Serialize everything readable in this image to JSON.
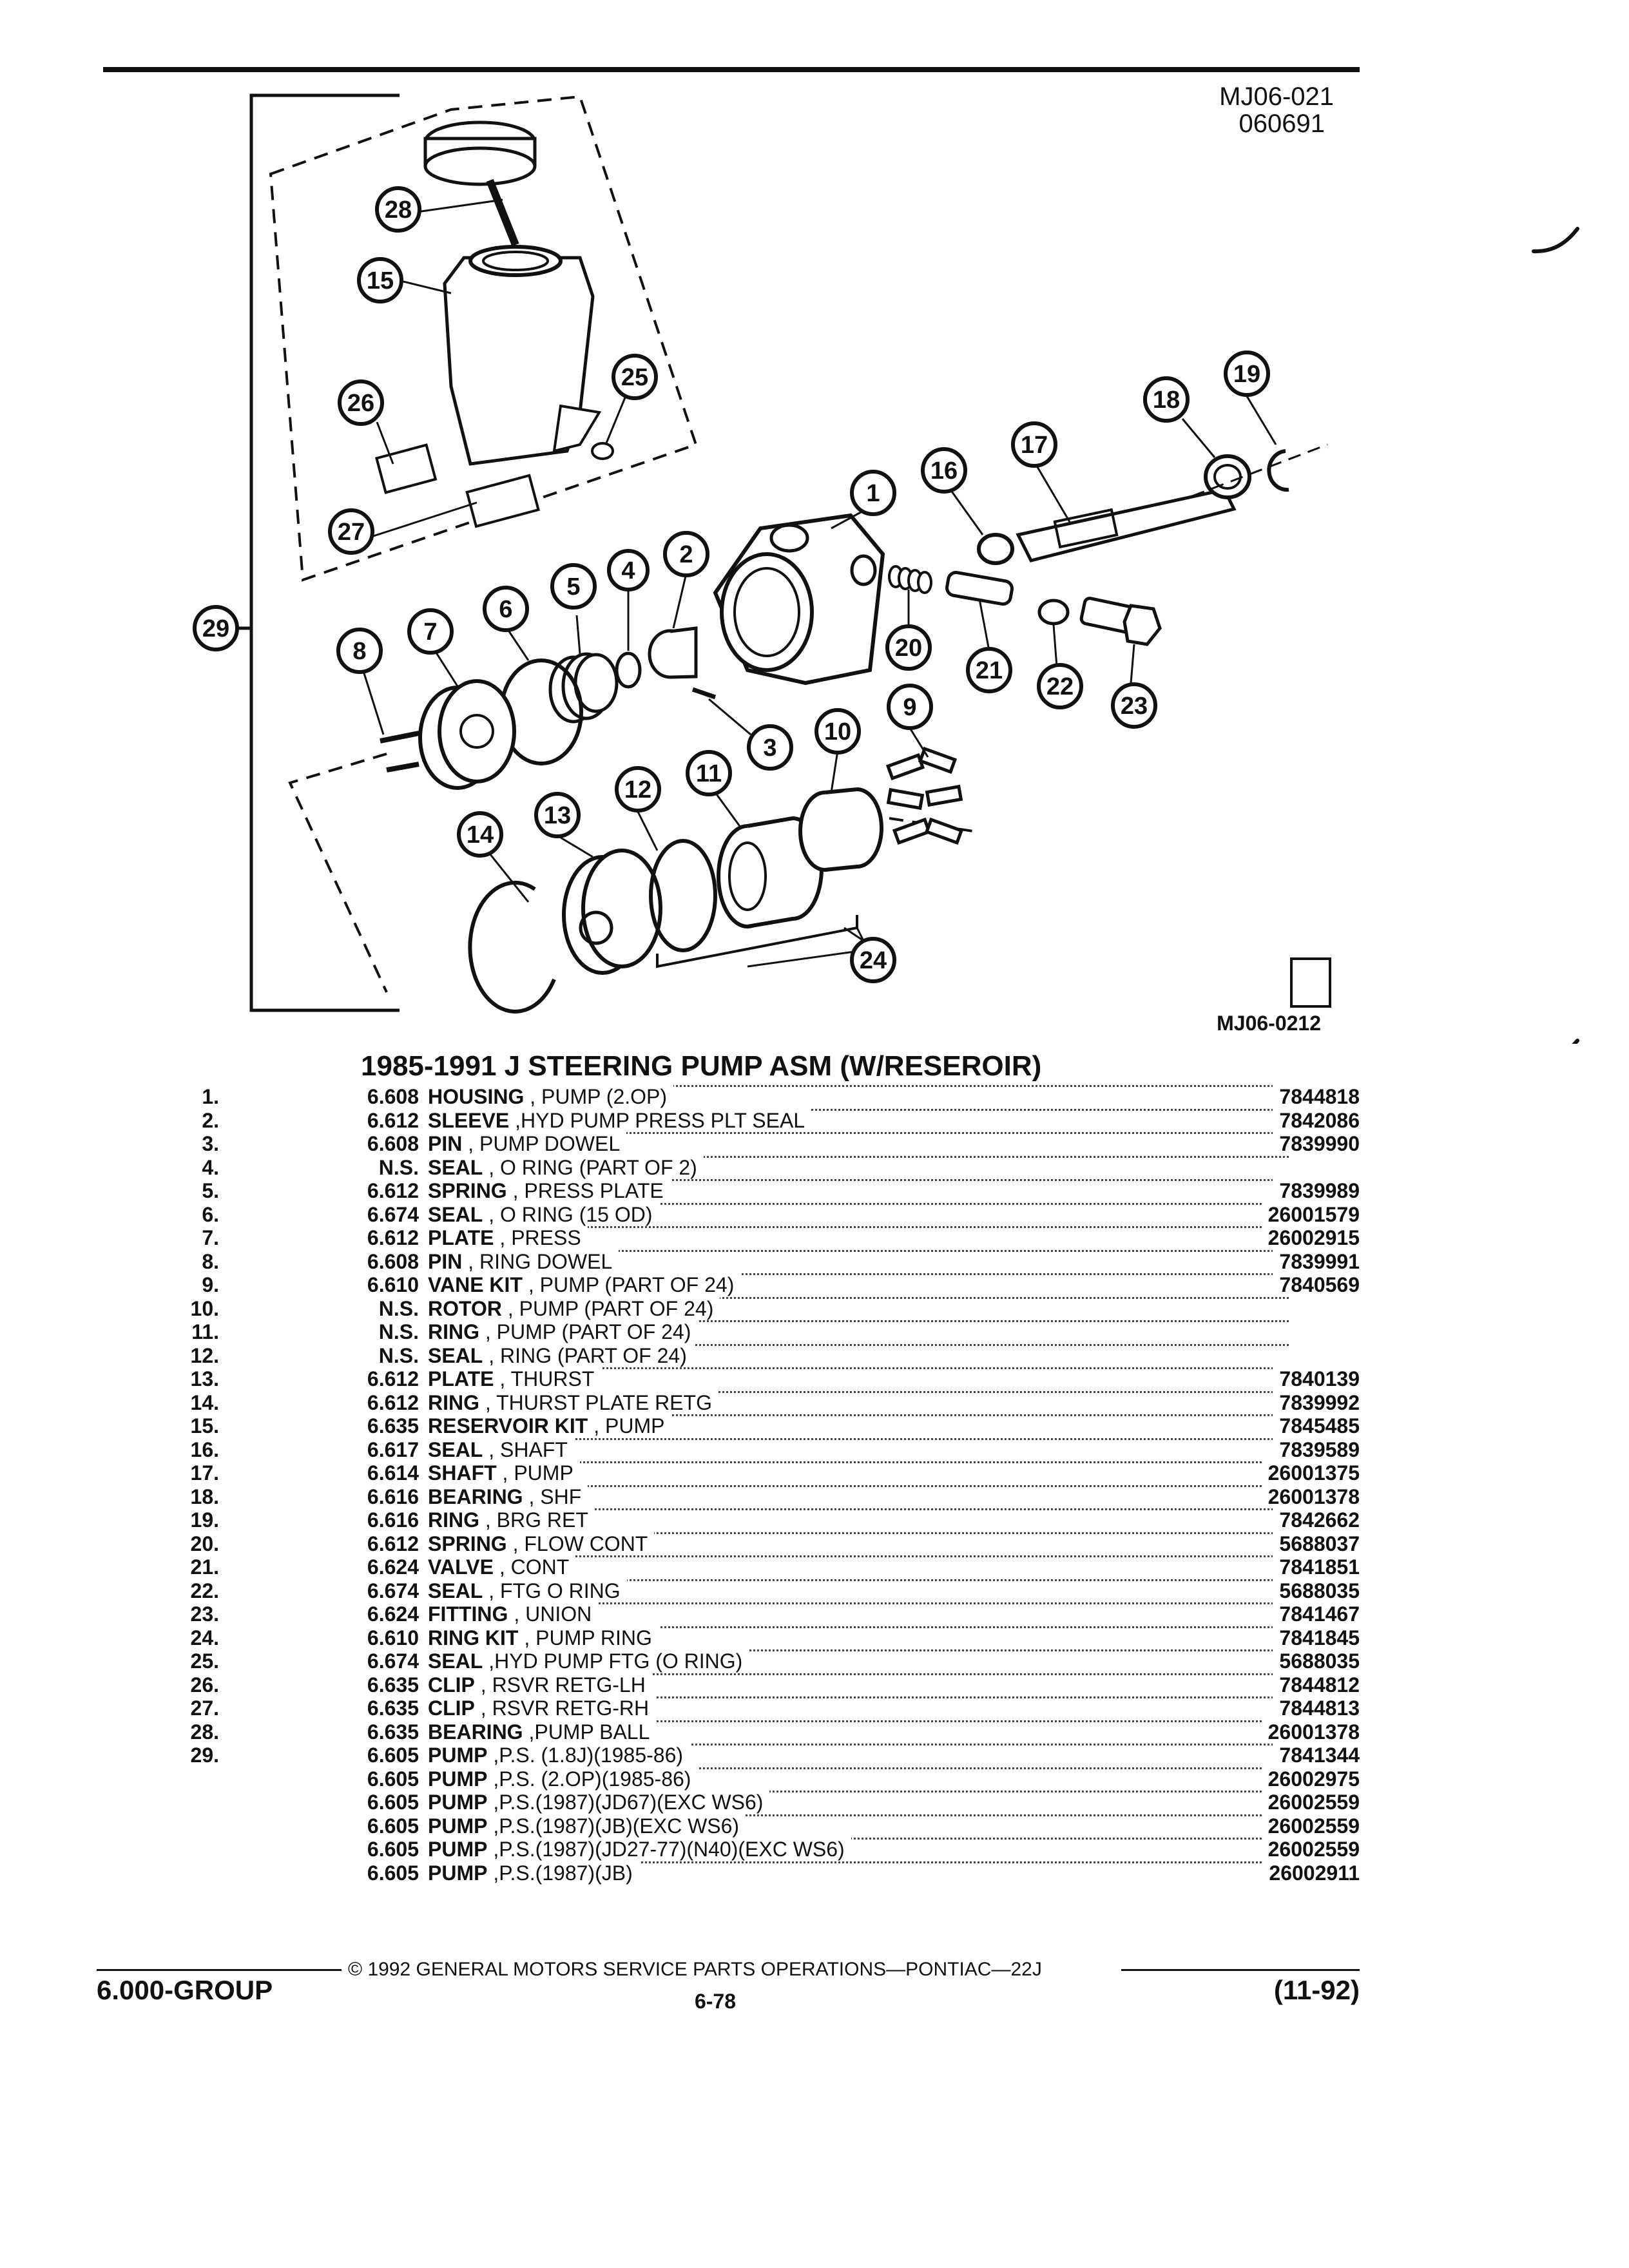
{
  "header": {
    "ref_code_1": "MJ06-021",
    "ref_code_2": "060691"
  },
  "diagram": {
    "figure_code": "MJ06-0212",
    "callouts": [
      "1",
      "2",
      "3",
      "4",
      "5",
      "6",
      "7",
      "8",
      "9",
      "10",
      "11",
      "12",
      "13",
      "14",
      "15",
      "16",
      "17",
      "18",
      "19",
      "20",
      "21",
      "22",
      "23",
      "24",
      "25",
      "26",
      "27",
      "28",
      "29"
    ]
  },
  "title": "1985-1991 J STEERING PUMP ASM (W/RESEROIR)",
  "parts": [
    {
      "num": "1.",
      "group": "6.608",
      "name": "HOUSING",
      "desc": ", PUMP (2.OP)",
      "part": "7844818"
    },
    {
      "num": "2.",
      "group": "6.612",
      "name": "SLEEVE",
      "desc": ",HYD PUMP PRESS PLT SEAL",
      "part": "7842086"
    },
    {
      "num": "3.",
      "group": "6.608",
      "name": "PIN",
      "desc": ", PUMP DOWEL",
      "part": "7839990"
    },
    {
      "num": "4.",
      "group": "N.S.",
      "name": "SEAL",
      "desc": ", O RING (PART OF 2)",
      "part": ""
    },
    {
      "num": "5.",
      "group": "6.612",
      "name": "SPRING",
      "desc": ", PRESS PLATE",
      "part": "7839989"
    },
    {
      "num": "6.",
      "group": "6.674",
      "name": "SEAL",
      "desc": ", O RING (15 OD)",
      "part": "26001579"
    },
    {
      "num": "7.",
      "group": "6.612",
      "name": "PLATE",
      "desc": ", PRESS",
      "part": "26002915"
    },
    {
      "num": "8.",
      "group": "6.608",
      "name": "PIN",
      "desc": ", RING DOWEL",
      "part": "7839991"
    },
    {
      "num": "9.",
      "group": "6.610",
      "name": "VANE KIT",
      "desc": ", PUMP (PART OF 24)",
      "part": "7840569"
    },
    {
      "num": "10.",
      "group": "N.S.",
      "name": "ROTOR",
      "desc": ", PUMP (PART OF 24)",
      "part": ""
    },
    {
      "num": "11.",
      "group": "N.S.",
      "name": "RING",
      "desc": ", PUMP (PART OF 24)",
      "part": ""
    },
    {
      "num": "12.",
      "group": "N.S.",
      "name": "SEAL",
      "desc": ", RING (PART OF 24)",
      "part": ""
    },
    {
      "num": "13.",
      "group": "6.612",
      "name": "PLATE",
      "desc": ", THURST",
      "part": "7840139"
    },
    {
      "num": "14.",
      "group": "6.612",
      "name": "RING",
      "desc": ", THURST PLATE RETG",
      "part": "7839992"
    },
    {
      "num": "15.",
      "group": "6.635",
      "name": "RESERVOIR KIT",
      "desc": ", PUMP",
      "part": "7845485"
    },
    {
      "num": "16.",
      "group": "6.617",
      "name": "SEAL",
      "desc": ", SHAFT",
      "part": "7839589"
    },
    {
      "num": "17.",
      "group": "6.614",
      "name": "SHAFT",
      "desc": ", PUMP",
      "part": "26001375"
    },
    {
      "num": "18.",
      "group": "6.616",
      "name": "BEARING",
      "desc": ", SHF",
      "part": "26001378"
    },
    {
      "num": "19.",
      "group": "6.616",
      "name": "RING",
      "desc": ", BRG RET",
      "part": "7842662"
    },
    {
      "num": "20.",
      "group": "6.612",
      "name": "SPRING",
      "desc": ", FLOW CONT",
      "part": "5688037"
    },
    {
      "num": "21.",
      "group": "6.624",
      "name": "VALVE",
      "desc": ", CONT",
      "part": "7841851"
    },
    {
      "num": "22.",
      "group": "6.674",
      "name": "SEAL",
      "desc": ", FTG O RING",
      "part": "5688035"
    },
    {
      "num": "23.",
      "group": "6.624",
      "name": "FITTING",
      "desc": ", UNION",
      "part": "7841467"
    },
    {
      "num": "24.",
      "group": "6.610",
      "name": "RING KIT",
      "desc": ", PUMP RING",
      "part": "7841845"
    },
    {
      "num": "25.",
      "group": "6.674",
      "name": "SEAL",
      "desc": ",HYD PUMP FTG (O RING)",
      "part": "5688035"
    },
    {
      "num": "26.",
      "group": "6.635",
      "name": "CLIP",
      "desc": ", RSVR RETG-LH",
      "part": "7844812"
    },
    {
      "num": "27.",
      "group": "6.635",
      "name": "CLIP",
      "desc": ", RSVR RETG-RH",
      "part": "7844813"
    },
    {
      "num": "28.",
      "group": "6.635",
      "name": "BEARING",
      "desc": ",PUMP BALL",
      "part": "26001378"
    },
    {
      "num": "29.",
      "group": "6.605",
      "name": "PUMP",
      "desc": ",P.S. (1.8J)(1985-86)",
      "part": "7841344"
    },
    {
      "num": "",
      "group": "6.605",
      "name": "PUMP",
      "desc": ",P.S. (2.OP)(1985-86)",
      "part": "26002975"
    },
    {
      "num": "",
      "group": "6.605",
      "name": "PUMP",
      "desc": ",P.S.(1987)(JD67)(EXC WS6)",
      "part": "26002559"
    },
    {
      "num": "",
      "group": "6.605",
      "name": "PUMP",
      "desc": ",P.S.(1987)(JB)(EXC WS6)",
      "part": "26002559"
    },
    {
      "num": "",
      "group": "6.605",
      "name": "PUMP",
      "desc": ",P.S.(1987)(JD27-77)(N40)(EXC WS6)",
      "part": "26002559"
    },
    {
      "num": "",
      "group": "6.605",
      "name": "PUMP",
      "desc": ",P.S.(1987)(JB)",
      "part": "26002911"
    }
  ],
  "footer": {
    "copyright": "© 1992 GENERAL MOTORS SERVICE PARTS OPERATIONS—PONTIAC—22J",
    "group": "6.000-GROUP",
    "page": "6-78",
    "date": "(11-92)"
  }
}
